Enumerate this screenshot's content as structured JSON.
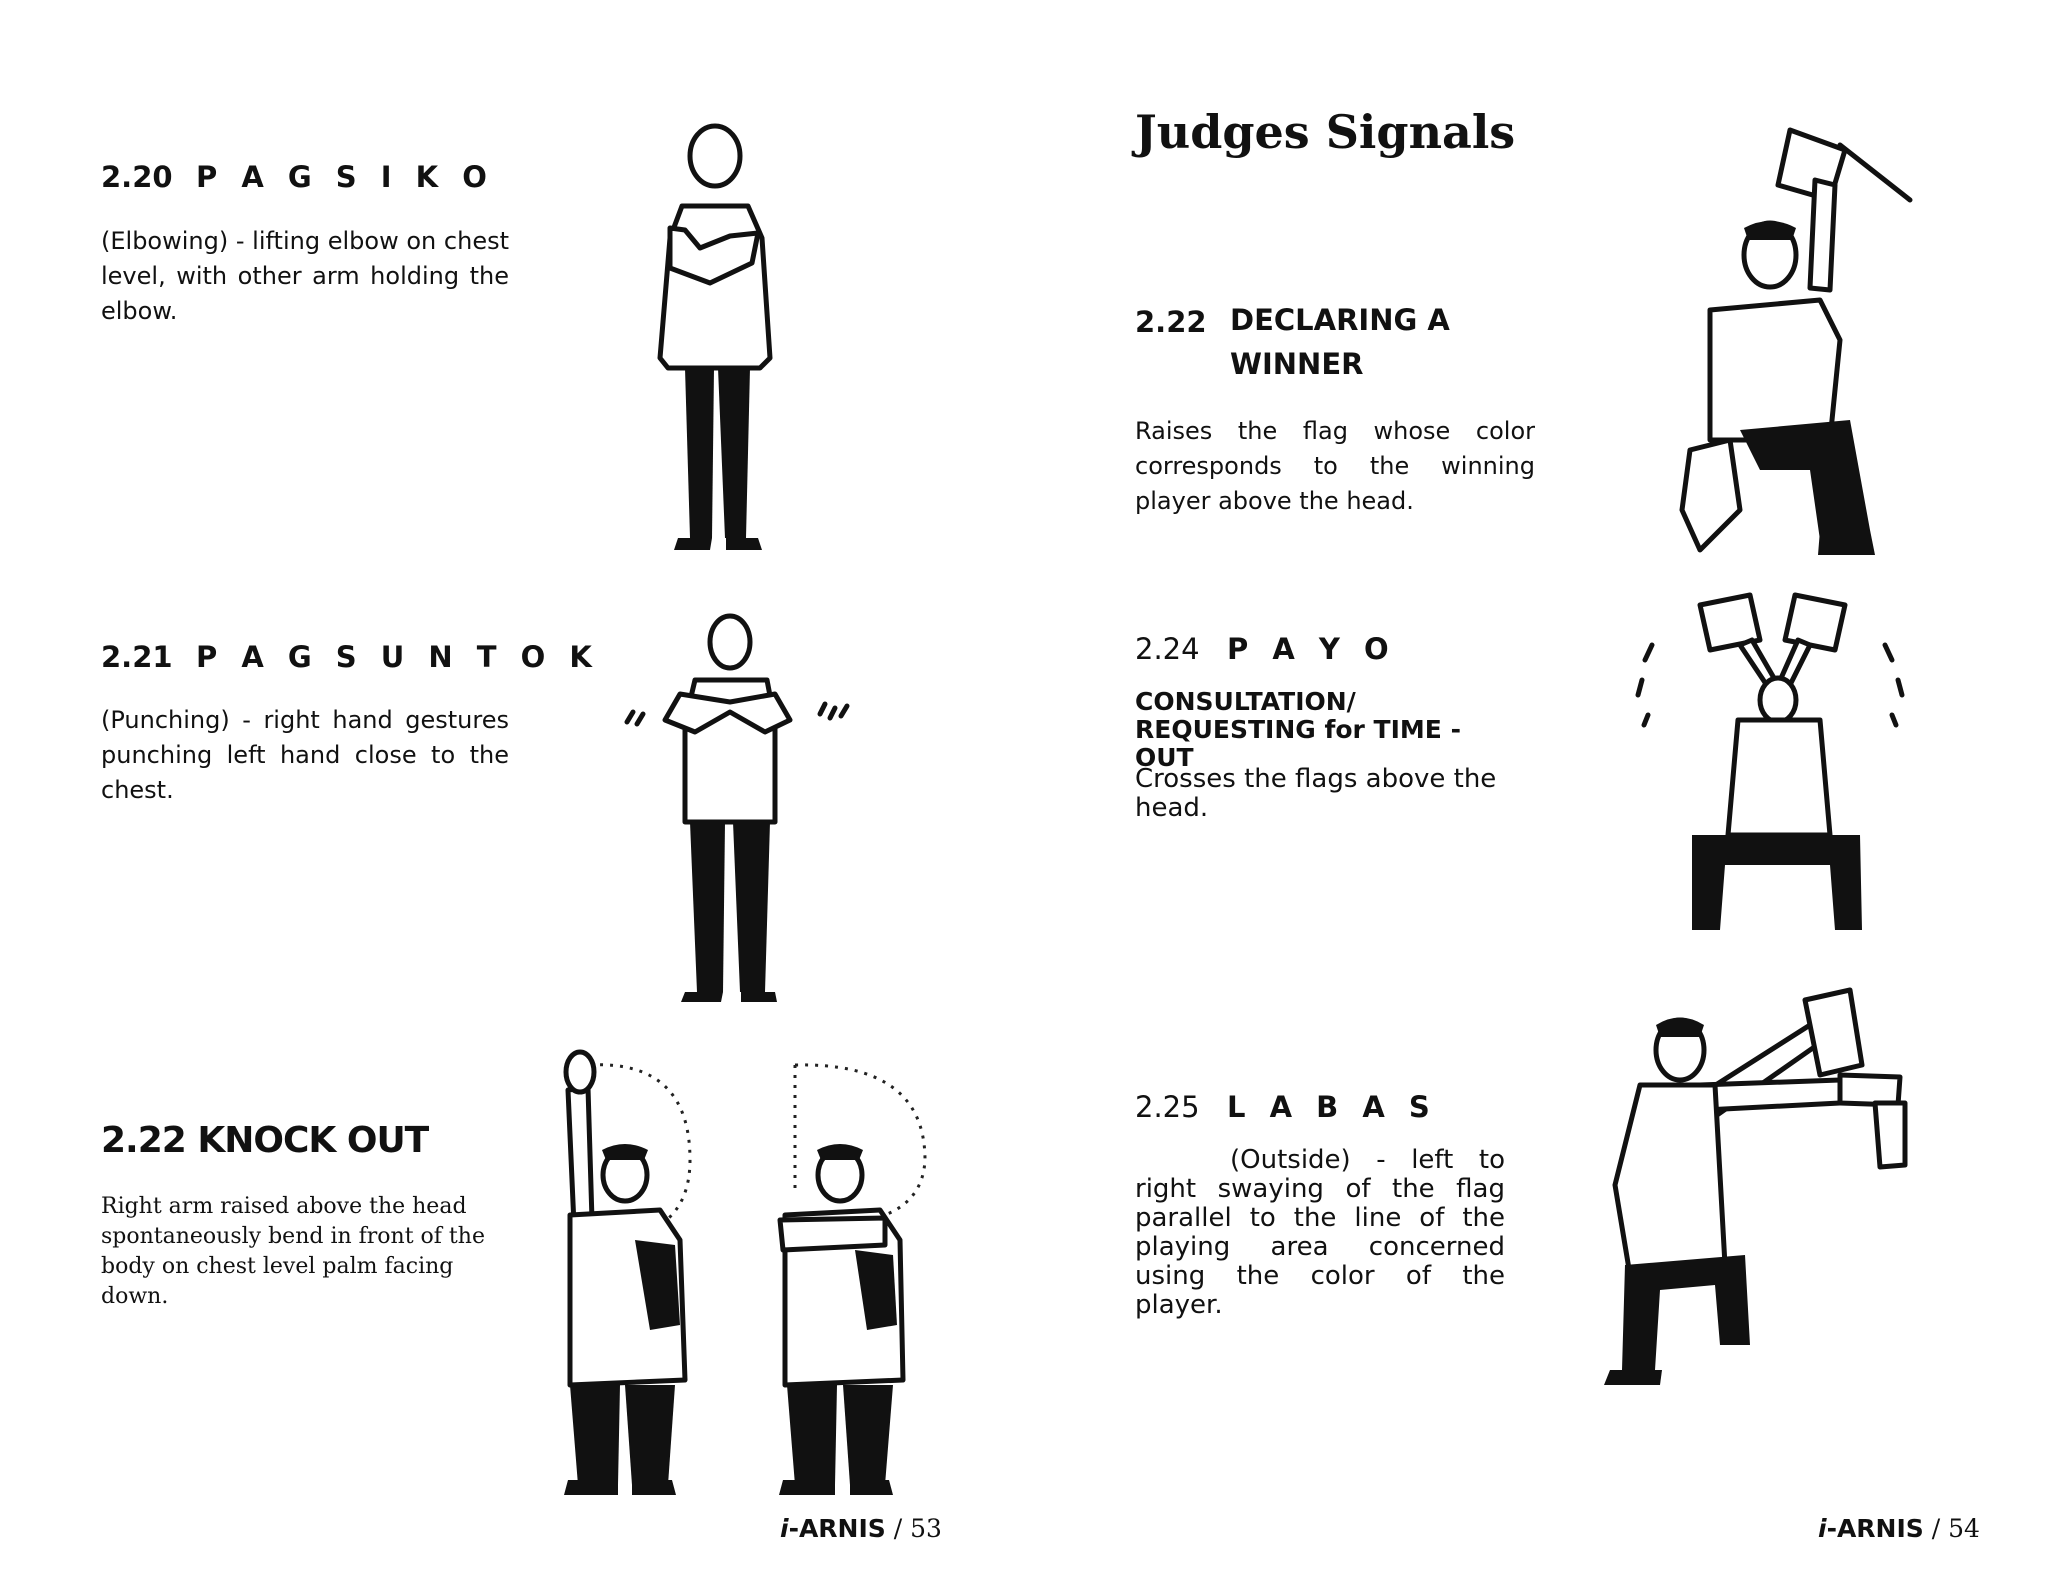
{
  "left_page": {
    "s220": {
      "number": "2.20",
      "title": "P A G S I K O",
      "text": "(Elbowing) - lifting elbow on chest level, with other arm holding the elbow."
    },
    "s221": {
      "number": "2.21",
      "title": "P A G S U N T O K",
      "text": "(Punching) - right hand gestures punching  left hand close to the chest."
    },
    "s222": {
      "title": "2.22 KNOCK OUT",
      "text": "Right arm raised above the head spontaneously bend in front of the body on chest level palm facing down."
    },
    "footer": {
      "brand_prefix": "i",
      "brand_name": "-ARNIS",
      "separator": "/",
      "page": "53"
    }
  },
  "right_page": {
    "title": "Judges Signals",
    "s222": {
      "number": "2.22",
      "title": "DECLARING A WINNER",
      "text": "Raises the flag whose color corresponds to the winning player above the head."
    },
    "s224": {
      "number": "2.24",
      "title": "P A Y O",
      "subtitle": "CONSULTATION/ REQUESTING for  TIME - OUT",
      "text": "Crosses the flags above the head."
    },
    "s225": {
      "number": "2.25",
      "title": "L A B A S",
      "text": "(Outside) - left to right swaying of the flag parallel to the line of the playing area concerned using the color of the player."
    },
    "footer": {
      "brand_prefix": "i",
      "brand_name": "-ARNIS",
      "separator": "/",
      "page": "54"
    }
  },
  "icons": {
    "fig_elbowing": "standing-referee-elbowing-illustration",
    "fig_punching": "standing-referee-punching-illustration",
    "fig_knockout_1": "referee-arm-raised-illustration",
    "fig_knockout_2": "referee-arm-bent-illustration",
    "fig_winner": "seated-judge-raising-flag-illustration",
    "fig_payo": "seated-judge-crossed-flags-illustration",
    "fig_labas": "seated-judge-swaying-flag-illustration"
  }
}
